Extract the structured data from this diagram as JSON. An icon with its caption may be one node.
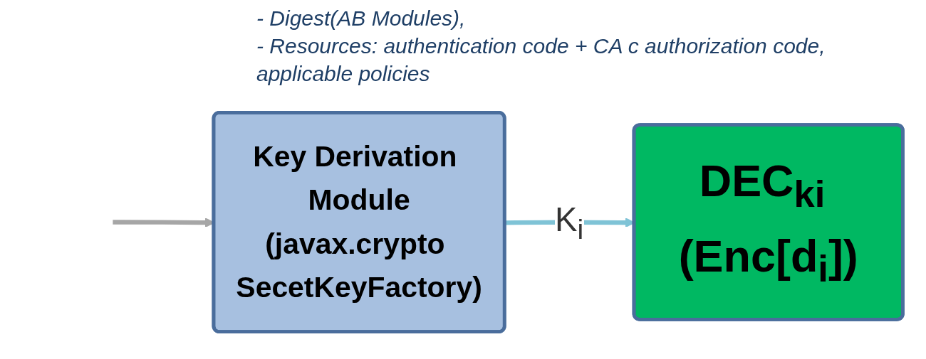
{
  "diagram": {
    "nodes": [
      {
        "text": [
          "Key Derivation Module",
          "(javax.crypto SecetKeyFactory)"
        ]
      },
      {
        "text": [
          "DEC$_{ki}$ (Enc[d$_{i}$])"
        ]
      }
    ],
    "edges": [
      {
        "from": null,
        "to": 0,
        "arrow": "to",
        "color": "#a6a6a6"
      },
      {
        "from": 0,
        "to": 1,
        "label": "K$_{i}$",
        "arrow": "to",
        "color": "#7fc3d6"
      }
    ],
    "labels": [
      "- Digest(AB Modules),",
      "- Resources: authentication code + CA c authorization code, applicable policies"
    ]
  }
}
